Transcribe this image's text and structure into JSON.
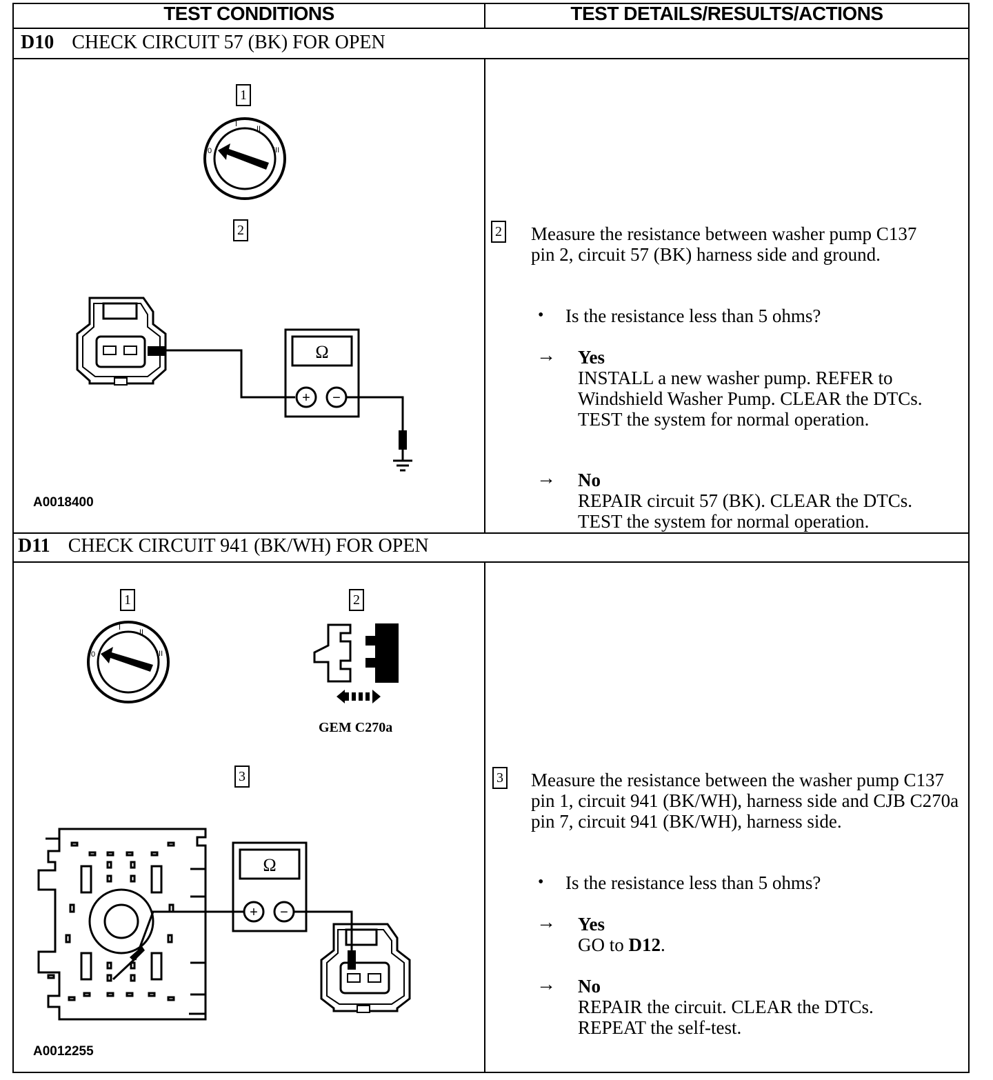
{
  "header": {
    "left": "TEST CONDITIONS",
    "right": "TEST DETAILS/RESULTS/ACTIONS"
  },
  "d10": {
    "step_id": "D10",
    "step_title": "CHECK CIRCUIT 57 (BK) FOR OPEN",
    "fig_step1": "1",
    "fig_step2": "2",
    "figure_id": "A0018400",
    "meter_symbol": "Ω",
    "plus": "+",
    "minus": "−",
    "detail_num": "2",
    "instruction": "Measure the resistance between washer pump C137 pin 2, circuit 57 (BK) harness side and ground.",
    "question": "Is the resistance less than 5 ohms?",
    "yes_label": "Yes",
    "yes_action": "INSTALL a new washer pump. REFER to Windshield Washer Pump. CLEAR the DTCs. TEST the system for normal operation.",
    "no_label": "No",
    "no_action": "REPAIR circuit 57 (BK). CLEAR the DTCs. TEST the system for normal operation."
  },
  "d11": {
    "step_id": "D11",
    "step_title": "CHECK CIRCUIT 941 (BK/WH) FOR OPEN",
    "fig_step1": "1",
    "fig_step2": "2",
    "fig_step3": "3",
    "connector_label": "GEM C270a",
    "figure_id": "A0012255",
    "meter_symbol": "Ω",
    "plus": "+",
    "minus": "−",
    "detail_num": "3",
    "instruction": "Measure the resistance between the washer pump C137 pin 1, circuit 941 (BK/WH), harness side and CJB C270a pin 7, circuit 941 (BK/WH), harness side.",
    "question": "Is the resistance less than 5 ohms?",
    "yes_label": "Yes",
    "yes_action_prefix": "GO to ",
    "yes_action_target": "D12",
    "yes_action_suffix": ".",
    "no_label": "No",
    "no_action": "REPAIR the circuit. CLEAR the DTCs. REPEAT the self-test."
  },
  "symbols": {
    "bullet": "•",
    "arrow": "→"
  },
  "icons": [
    "ignition-switch-icon",
    "multimeter-icon",
    "connector-icon",
    "ground-icon",
    "disconnect-connector-icon",
    "junction-box-icon"
  ]
}
